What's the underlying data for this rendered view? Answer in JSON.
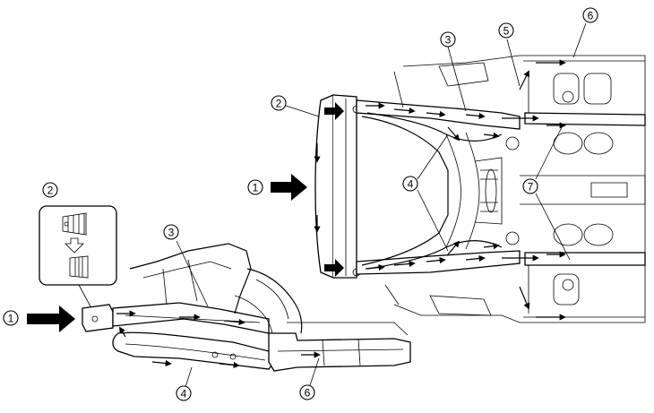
{
  "callouts": {
    "side_view": [
      {
        "id": "sv-1",
        "text": "1"
      },
      {
        "id": "sv-2",
        "text": "2"
      },
      {
        "id": "sv-3",
        "text": "3"
      },
      {
        "id": "sv-4",
        "text": "4"
      },
      {
        "id": "sv-6",
        "text": "6"
      }
    ],
    "top_view": [
      {
        "id": "tv-1",
        "text": "1"
      },
      {
        "id": "tv-2",
        "text": "2"
      },
      {
        "id": "tv-3",
        "text": "3"
      },
      {
        "id": "tv-4",
        "text": "4"
      },
      {
        "id": "tv-5",
        "text": "5"
      },
      {
        "id": "tv-6",
        "text": "6"
      },
      {
        "id": "tv-7",
        "text": "7"
      }
    ]
  },
  "icons": {
    "impact_arrow": "impact-arrow-icon",
    "load_path_arrow": "load-path-arrow-icon",
    "crush_box": "crush-box-icon",
    "down_arrow": "down-outline-arrow-icon"
  }
}
